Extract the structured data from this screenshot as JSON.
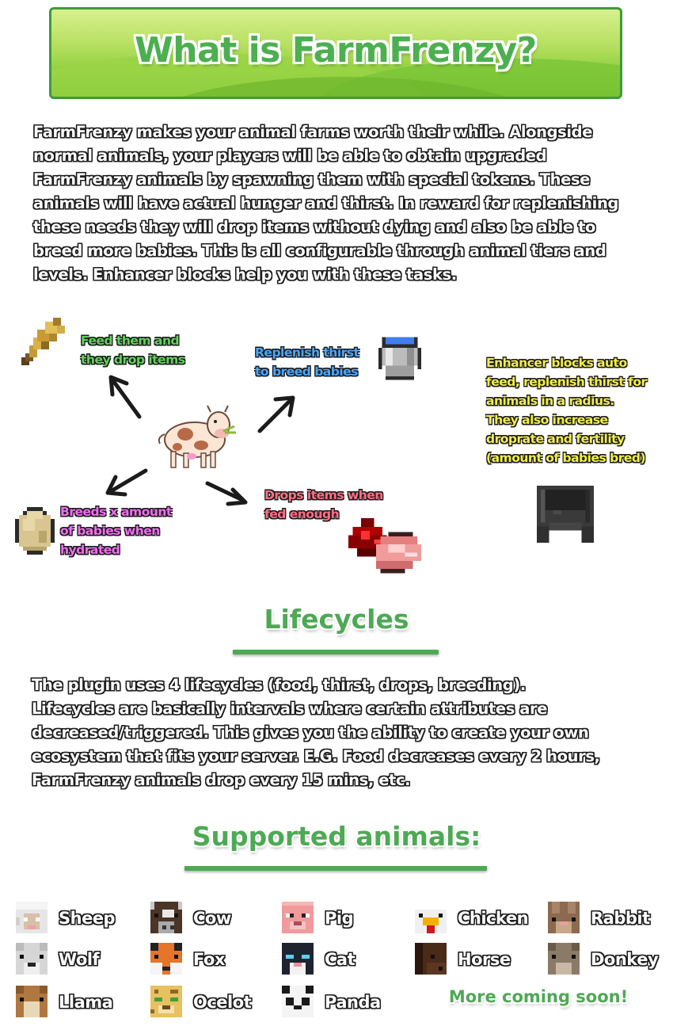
{
  "banner": {
    "title": "What is FarmFrenzy?"
  },
  "intro": {
    "lines": [
      "FarmFrenzy makes your animal farms worth their while. Alongside",
      "normal animals, your players will be able to obtain upgraded",
      "FarmFrenzy animals by spawning them with special tokens. These",
      "animals will have actual hunger and thirst. In reward for replenishing",
      "these needs they will drop items without dying and also be able to",
      "breed more babies. This is all configurable through animal tiers and",
      "levels. Enhancer blocks help you with these tasks."
    ]
  },
  "diagram": {
    "feed": {
      "lines": [
        "Feed them and",
        "they drop items"
      ],
      "color": "#5fd35a"
    },
    "replenish": {
      "lines": [
        "Replenish thirst",
        "to breed babies"
      ],
      "color": "#49a7ff"
    },
    "breeds": {
      "lines": [
        "Breeds x amount",
        "of babies when",
        "hydrated"
      ],
      "color": "#f06ef0"
    },
    "drops": {
      "lines": [
        "Drops items when",
        "fed enough"
      ],
      "color": "#ff6f86"
    },
    "enhancer": {
      "lines": [
        "Enhancer blocks auto",
        "feed, replenish thirst for",
        "animals in a radius.",
        "They also increase",
        "droprate and fertility",
        "(amount of babies bred)"
      ],
      "color": "#f3ef4b"
    },
    "icons": [
      "wheat-icon",
      "water-bucket-icon",
      "cow-icon",
      "egg-icon",
      "redstone-icon",
      "meat-icon",
      "cauldron-icon"
    ]
  },
  "lifecycles": {
    "heading": "Lifecycles",
    "lines": [
      "The plugin uses 4 lifecycles (food, thirst, drops, breeding).",
      "Lifecycles are basically intervals where certain attributes are",
      "decreased/triggered. This gives you the ability to create your own",
      "ecosystem that fits your server. E.G. Food decreases every 2 hours,",
      "FarmFrenzy animals drop every 15 mins, etc."
    ]
  },
  "supported": {
    "heading": "Supported animals:",
    "animals": [
      {
        "name": "Sheep",
        "icon": "sheep-head-icon"
      },
      {
        "name": "Cow",
        "icon": "cow-head-icon"
      },
      {
        "name": "Pig",
        "icon": "pig-head-icon"
      },
      {
        "name": "Chicken",
        "icon": "chicken-head-icon"
      },
      {
        "name": "Rabbit",
        "icon": "rabbit-head-icon"
      },
      {
        "name": "Wolf",
        "icon": "wolf-head-icon"
      },
      {
        "name": "Fox",
        "icon": "fox-head-icon"
      },
      {
        "name": "Cat",
        "icon": "cat-head-icon"
      },
      {
        "name": "Horse",
        "icon": "horse-head-icon"
      },
      {
        "name": "Donkey",
        "icon": "donkey-head-icon"
      },
      {
        "name": "Llama",
        "icon": "llama-head-icon"
      },
      {
        "name": "Ocelot",
        "icon": "ocelot-head-icon"
      },
      {
        "name": "Panda",
        "icon": "panda-head-icon"
      }
    ],
    "more": "More coming soon!"
  },
  "colors": {
    "accent_green": "#4ea955"
  }
}
